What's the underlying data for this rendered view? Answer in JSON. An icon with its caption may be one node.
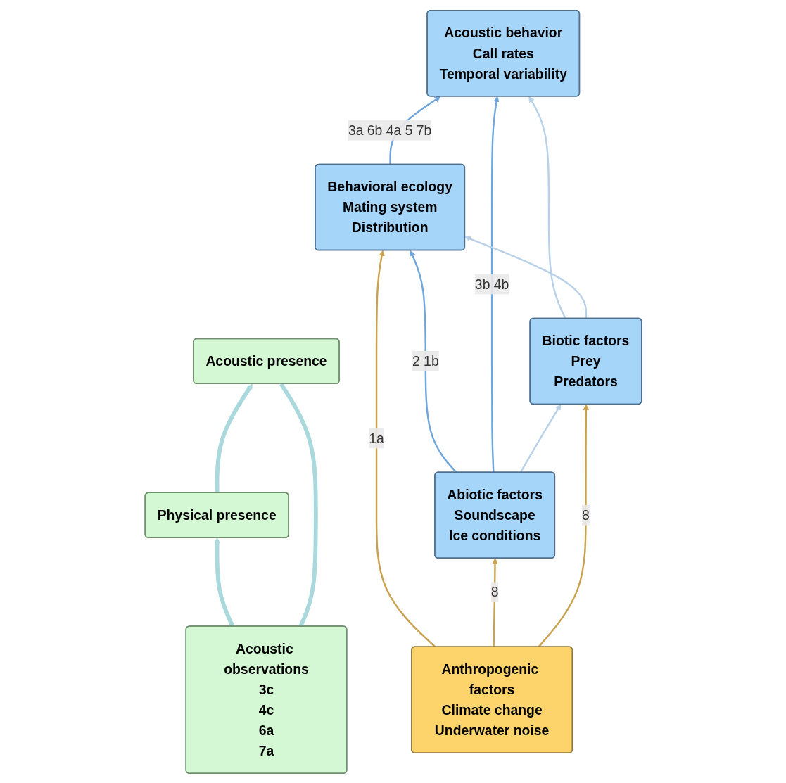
{
  "diagram": {
    "nodes": [
      {
        "text": [
          "Acoustic observations",
          "3c",
          "4c",
          "6a",
          "7a"
        ]
      },
      {
        "text": [
          "Physical presence"
        ]
      },
      {
        "text": [
          "Behavioral ecology",
          "Mating system",
          "Distribution"
        ]
      },
      {
        "text": [
          "Acoustic presence"
        ]
      },
      {
        "text": [
          "Acoustic behavior",
          "Call rates",
          "Temporal variability"
        ]
      },
      {
        "text": [
          "Abiotic factors",
          "Soundscape",
          "Ice conditions"
        ]
      },
      {
        "text": [
          "Biotic factors",
          "Prey",
          "Predators"
        ]
      },
      {
        "text": [
          "Anthropogenic factors",
          "Climate change",
          "Underwater noise"
        ]
      }
    ],
    "edges": [
      {
        "from": 0,
        "to": 1,
        "arrow": "to",
        "style": "thick",
        "color": "#a9d9dd"
      },
      {
        "from": 1,
        "to": 3,
        "arrow": "to",
        "style": "thick",
        "color": "#a9d9dd"
      },
      {
        "from": 3,
        "to": 0,
        "arrow": "none",
        "style": "thick",
        "color": "#a9d9dd"
      },
      {
        "from": 2,
        "to": 4,
        "arrow": "to",
        "label": "3a 6b 4a 5 7b",
        "color": "#6fa6dc"
      },
      {
        "from": 5,
        "to": 2,
        "arrow": "to",
        "label": "2 1b",
        "color": "#6fa6dc"
      },
      {
        "from": 5,
        "to": 4,
        "arrow": "to",
        "label": "3b 4b",
        "color": "#6fa6dc"
      },
      {
        "from": 5,
        "to": 6,
        "arrow": "to",
        "color": "#b8d0e8"
      },
      {
        "from": 6,
        "to": 4,
        "arrow": "to",
        "color": "#b8d0e8"
      },
      {
        "from": 6,
        "to": 2,
        "arrow": "to",
        "color": "#b8d0e8"
      },
      {
        "from": 7,
        "to": 2,
        "arrow": "to",
        "label": "1a",
        "color": "#c9a24f"
      },
      {
        "from": 7,
        "to": 5,
        "arrow": "to",
        "label": "8",
        "color": "#c9a24f"
      },
      {
        "from": 7,
        "to": 6,
        "arrow": "to",
        "label": "8",
        "color": "#c9a24f"
      }
    ]
  }
}
